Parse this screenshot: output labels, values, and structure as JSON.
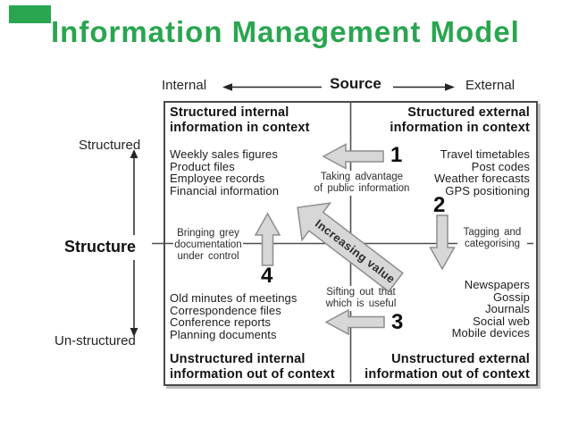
{
  "title": "Information Management Model",
  "colors": {
    "accent_green": "#2aa550",
    "arrow_fill": "#d7d7d7",
    "arrow_stroke": "#8d8d8d"
  },
  "source_axis": {
    "label": "Source",
    "left": "Internal",
    "right": "External"
  },
  "structure_axis": {
    "label": "Structure",
    "top": "Structured",
    "bottom": "Un-structured"
  },
  "quadrants": {
    "top_left": {
      "header": [
        "Structured internal",
        "information in context"
      ],
      "items": [
        "Weekly sales figures",
        "Product files",
        "Employee records",
        "Financial information"
      ]
    },
    "top_right": {
      "header": [
        "Structured external",
        "information in context"
      ],
      "items": [
        "Travel timetables",
        "Post codes",
        "Weather forecasts",
        "GPS positioning"
      ]
    },
    "bottom_left": {
      "items": [
        "Old minutes of meetings",
        "Correspondence files",
        "Conference reports",
        "Planning documents"
      ],
      "footer": [
        "Unstructured internal",
        "information out of context"
      ]
    },
    "bottom_right": {
      "items": [
        "Newspapers",
        "Gossip",
        "Journals",
        "Social web",
        "Mobile devices"
      ],
      "footer": [
        "Unstructured external",
        "information out of context"
      ]
    }
  },
  "flows": {
    "center_arrow": {
      "label": "Increasing value"
    },
    "f1": {
      "number": "1",
      "caption": [
        "Taking advantage",
        "of public information"
      ]
    },
    "f2": {
      "number": "2",
      "caption": [
        "Tagging and",
        "categorising"
      ]
    },
    "f3": {
      "number": "3",
      "caption": [
        "Sifting out that",
        "which is useful"
      ]
    },
    "f4": {
      "number": "4",
      "caption": [
        "Bringing grey",
        "documentation",
        "under control"
      ]
    }
  }
}
